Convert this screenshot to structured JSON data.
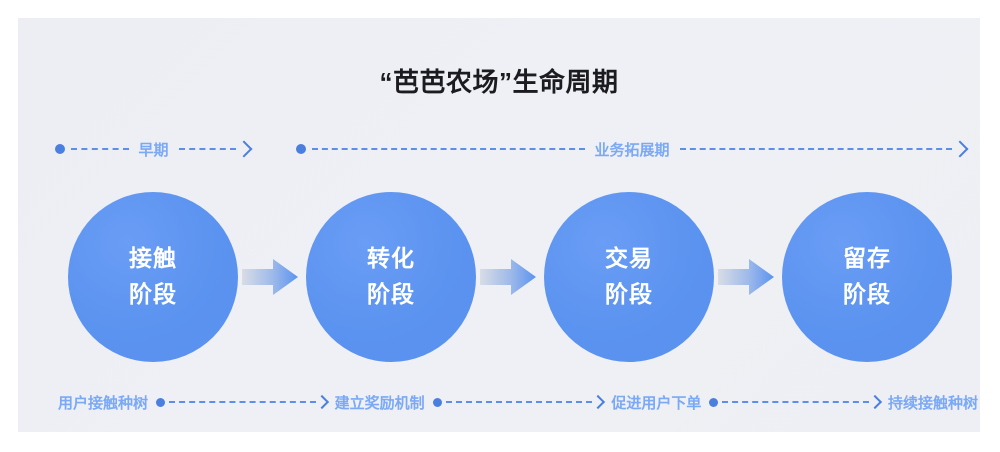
{
  "diagram": {
    "title": "“芭芭农场”生命周期",
    "background_color": "#edeff4",
    "accent_color": "#5b93f0",
    "label_color": "#7ba9f5",
    "phases": [
      {
        "label": "早期",
        "start_icon": "dot-icon",
        "end_icon": "chevron-right-icon"
      },
      {
        "label": "业务拓展期",
        "start_icon": "dot-icon",
        "end_icon": "chevron-right-icon"
      }
    ],
    "stages": [
      {
        "line1": "接触",
        "line2": "阶段"
      },
      {
        "line1": "转化",
        "line2": "阶段"
      },
      {
        "line1": "交易",
        "line2": "阶段"
      },
      {
        "line1": "留存",
        "line2": "阶段"
      }
    ],
    "stage_arrows": [
      {
        "icon": "block-arrow-right-icon"
      },
      {
        "icon": "block-arrow-right-icon"
      },
      {
        "icon": "block-arrow-right-icon"
      }
    ],
    "actions": [
      "用户接触种树",
      "建立奖励机制",
      "促进用户下单",
      "持续接触种树"
    ],
    "action_connectors": [
      {
        "start_icon": "dot-icon",
        "end_icon": "chevron-right-icon"
      },
      {
        "start_icon": "dot-icon",
        "end_icon": "chevron-right-icon"
      },
      {
        "start_icon": "dot-icon",
        "end_icon": "chevron-right-icon"
      }
    ]
  }
}
